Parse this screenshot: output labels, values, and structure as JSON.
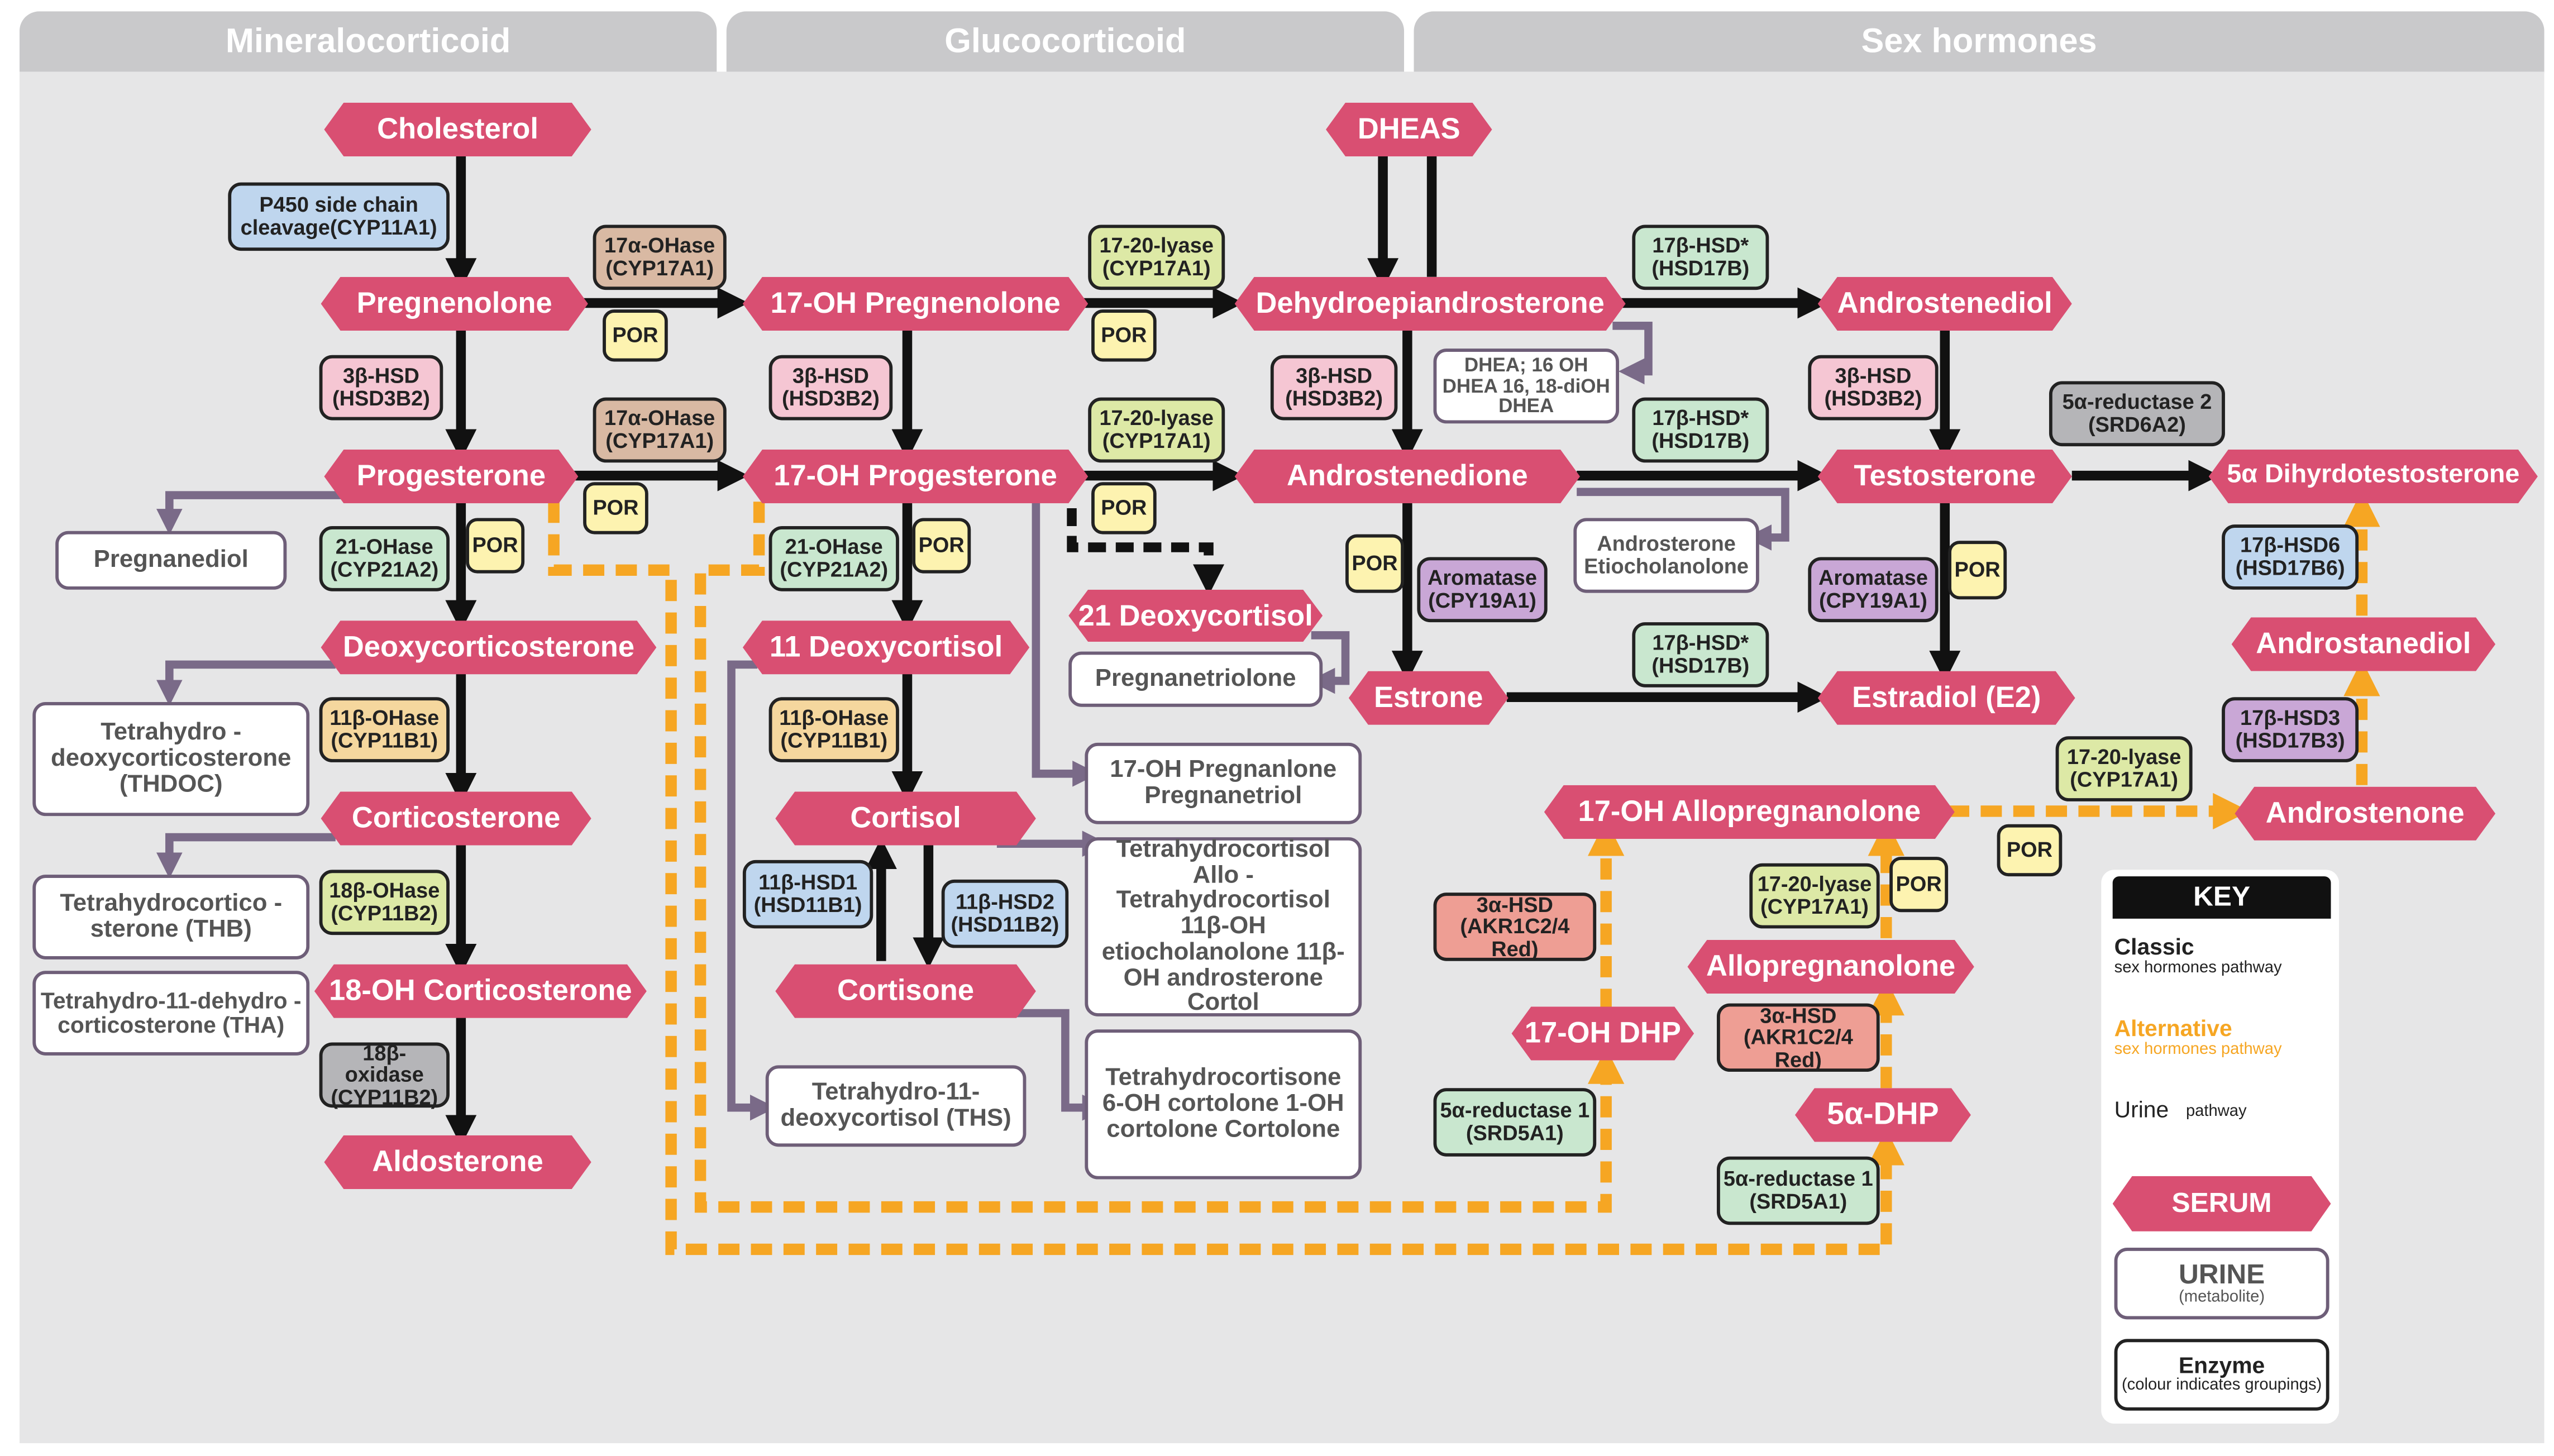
{
  "headers": {
    "mineralocorticoid": "Mineralocorticoid",
    "glucocorticoid": "Glucocorticoid",
    "sex_hormones": "Sex hormones"
  },
  "serum": {
    "cholesterol": "Cholesterol",
    "pregnenolone": "Pregnenolone",
    "progesterone": "Progesterone",
    "deoxycorticosterone": "Deoxycorticosterone",
    "corticosterone": "Corticosterone",
    "oh18_corticosterone": "18-OH Corticosterone",
    "aldosterone": "Aldosterone",
    "oh17_pregnenolone": "17-OH Pregnenolone",
    "oh17_progesterone": "17-OH Progesterone",
    "deoxycortisol11": "11 Deoxycortisol",
    "cortisol": "Cortisol",
    "cortisone": "Cortisone",
    "deoxycortisol21": "21 Deoxycortisol",
    "dheas": "DHEAS",
    "dhea": "Dehydroepiandrosterone",
    "androstenedione": "Androstenedione",
    "estrone": "Estrone",
    "androstenediol": "Androstenediol",
    "testosterone": "Testosterone",
    "estradiol": "Estradiol (E2)",
    "dht": "5α Dihyrdotestosterone",
    "androstanediol": "Androstanediol",
    "androstenone": "Androstenone",
    "oh17_allopregnanolone": "17-OH Allopregnanolone",
    "allopregnanolone": "Allopregnanolone",
    "oh17_dhp": "17-OH DHP",
    "dhp5a": "5α-DHP"
  },
  "urine": {
    "pregnanediol": "Pregnanediol",
    "thdoc": "Tetrahydro - deoxycorticosterone (THDOC)",
    "thb": "Tetrahydrocortico - sterone (THB)",
    "tha": "Tetrahydro-11-dehydro - corticosterone (THA)",
    "pregnanetriolone": "Pregnanetriolone",
    "oh17_pregnanlone": "17-OH Pregnanlone Pregnanetriol",
    "tetrahydrocortisol": "Tetrahydrocortisol Allo -Tetrahydrocortisol 11β-OH etiocholanolone 11β-OH androsterone Cortol",
    "tetrahydrocortisone": "Tetrahydrocortisone 6-OH cortolone 1-OH cortolone Cortolone",
    "ths": "Tetrahydro-11- deoxycortisol (THS)",
    "dhea_metab": "DHEA; 16 OH DHEA 16, 18-diOH DHEA",
    "androsterone": "Androsterone Etiocholanolone"
  },
  "enzymes": {
    "p450": "P450 side chain cleavage(CYP11A1)",
    "hsd3b2_a": "3β-HSD (HSD3B2)",
    "cyp21a2_a": "21-OHase (CYP21A2)",
    "cyp11b1_a": "11β-OHase (CYP11B1)",
    "cyp11b2_a": "18β-OHase (CYP11B2)",
    "cyp11b2_b": "18β-oxidase (CYP11B2)",
    "cyp17a1_a": "17α-OHase (CYP17A1)",
    "cyp17a1_b": "17α-OHase (CYP17A1)",
    "hsd3b2_b": "3β-HSD (HSD3B2)",
    "cyp21a2_b": "21-OHase (CYP21A2)",
    "cyp11b1_b": "11β-OHase (CYP11B1)",
    "hsd11b1": "11β-HSD1 (HSD11B1)",
    "hsd11b2": "11β-HSD2 (HSD11B2)",
    "lyase_a": "17-20-lyase (CYP17A1)",
    "lyase_b": "17-20-lyase (CYP17A1)",
    "hsd3b2_c": "3β-HSD (HSD3B2)",
    "aromatase_a": "Aromatase (CPY19A1)",
    "hsd17b_a": "17β-HSD* (HSD17B)",
    "hsd17b_b": "17β-HSD* (HSD17B)",
    "hsd17b_c": "17β-HSD* (HSD17B)",
    "hsd3b2_d": "3β-HSD (HSD3B2)",
    "aromatase_b": "Aromatase (CPY19A1)",
    "srd5a2": "5α-reductase 2 (SRD6A2)",
    "hsd17b6": "17β-HSD6 (HSD17B6)",
    "hsd17b3": "17β-HSD3 (HSD17B3)",
    "lyase_c": "17-20-lyase (CYP17A1)",
    "lyase_d": "17-20-lyase (CYP17A1)",
    "akr_a": "3α-HSD (AKR1C2/4 Red)",
    "akr_b": "3α-HSD (AKR1C2/4 Red)",
    "srd5a1_a": "5α-reductase 1 (SRD5A1)",
    "srd5a1_b": "5α-reductase 1 (SRD5A1)"
  },
  "por_label": "POR",
  "key": {
    "title": "KEY",
    "classic": "Classic",
    "classic_sub": "sex hormones pathway",
    "alternative": "Alternative",
    "alternative_sub": "sex hormones pathway",
    "urine": "Urine",
    "urine_sub": "pathway",
    "serum": "SERUM",
    "urine_box": "URINE",
    "urine_box_sub": "(metabolite)",
    "enzyme": "Enzyme",
    "enzyme_sub": "(colour indicates groupings)"
  },
  "colors": {
    "serum": "#d94f72",
    "classic": "#111111",
    "alternative": "#f6a623",
    "urine": "#7a6a88",
    "por": "#fdf3b0",
    "enzyme_pink": "#f5c6d3",
    "enzyme_green": "#c9e7cf",
    "enzyme_tan": "#d9b9a3",
    "enzyme_olive": "#dde9a6",
    "enzyme_orange": "#f5d79e",
    "enzyme_blue": "#bfd6ee",
    "enzyme_gray": "#b5b5b8",
    "enzyme_salmon": "#ee9e94",
    "enzyme_purple": "#c9a7d6"
  }
}
